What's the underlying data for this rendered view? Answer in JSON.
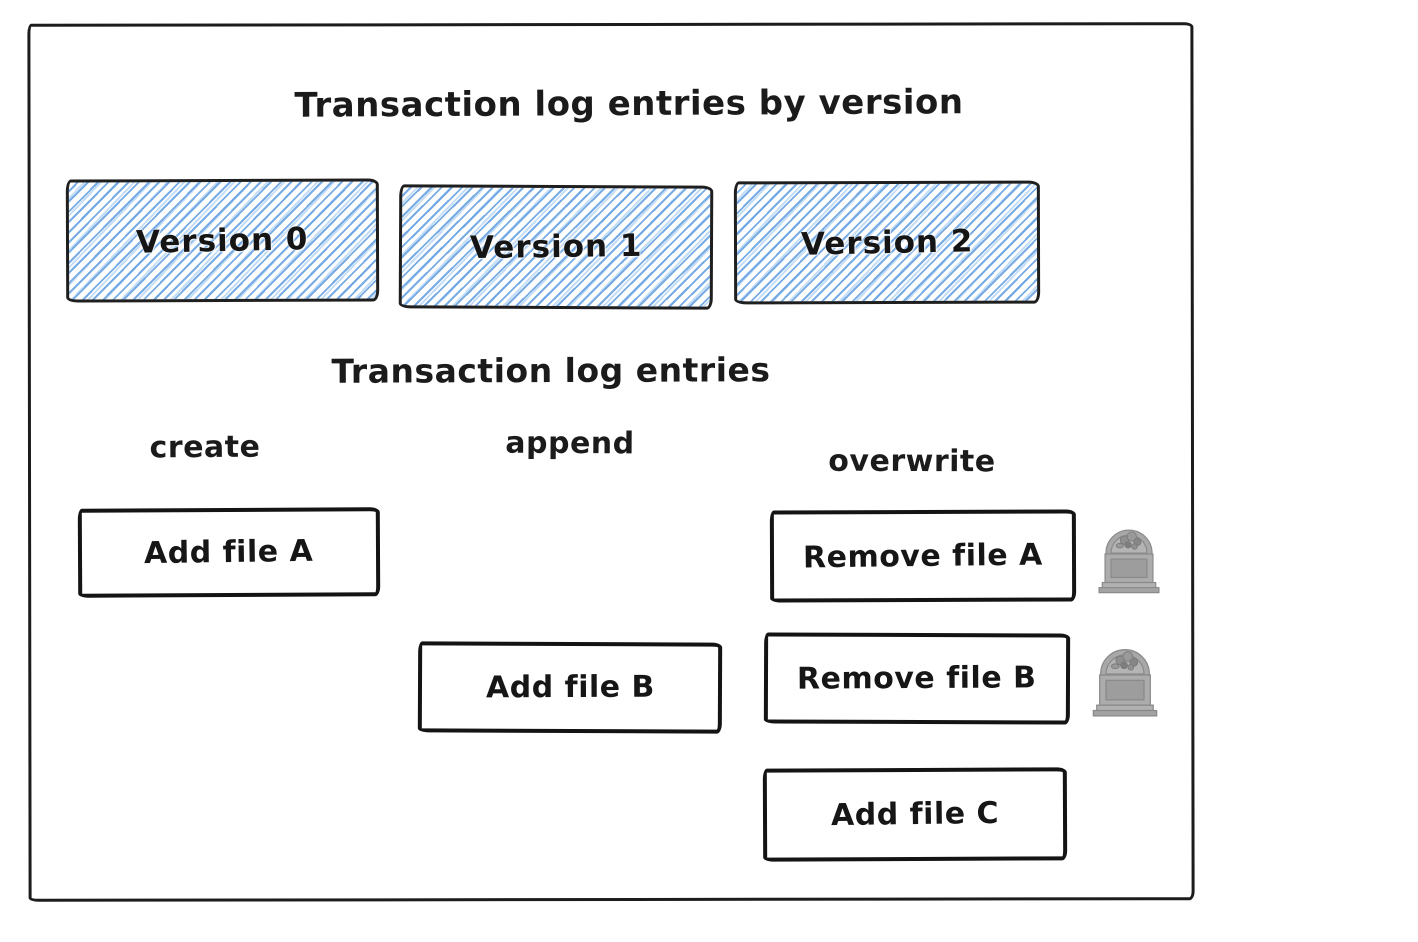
{
  "diagram": {
    "title": "Transaction log entries by version",
    "subtitle": "Transaction log entries"
  },
  "versions": [
    {
      "label": "Version 0"
    },
    {
      "label": "Version 1"
    },
    {
      "label": "Version 2"
    }
  ],
  "columns": [
    {
      "label": "create"
    },
    {
      "label": "append"
    },
    {
      "label": "overwrite"
    }
  ],
  "entries": [
    {
      "label": "Add file A",
      "column": "create",
      "tombstone": false
    },
    {
      "label": "Add file B",
      "column": "append",
      "tombstone": false
    },
    {
      "label": "Remove file A",
      "column": "overwrite",
      "tombstone": true
    },
    {
      "label": "Remove file B",
      "column": "overwrite",
      "tombstone": true
    },
    {
      "label": "Add file C",
      "column": "overwrite",
      "tombstone": false
    }
  ],
  "icons": {
    "tombstone": "tombstone-icon"
  },
  "colors": {
    "hachure_blue": "#609de0",
    "ink_black": "#1c1c1c",
    "tombstone_gray": "#a9a9a9",
    "background": "#ffffff"
  }
}
